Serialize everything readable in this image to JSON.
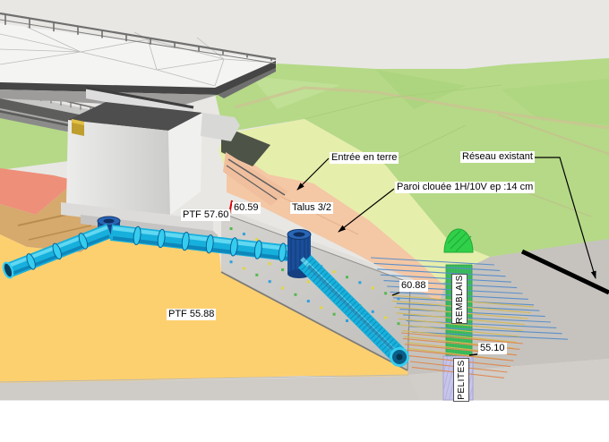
{
  "viewport": {
    "type": "3d-cad-model-view",
    "annotations": {
      "entree_en_terre": "Entrée en terre",
      "reseau_existant": "Réseau existant",
      "paroi_clouee": "Paroi clouée 1H/10V ep :14 cm",
      "talus": "Talus 3/2",
      "level_top": "60.59",
      "ptf_upper": "PTF 57.60",
      "level_wall": "60.88",
      "ptf_lower": "PTF 55.88",
      "level_strata": "55.10",
      "strata_fill": "REMBLAIS",
      "strata_bedrock": "PELITES"
    },
    "colors": {
      "background": "#e8e7e4",
      "terrain_green": "#b5d987",
      "terrain_chartreuse": "#e6eeab",
      "cut_salmon": "#f4c7a5",
      "patch_red": "#ee8f79",
      "ground_orange": "#fdd06f",
      "ground_tan": "#d6a96d",
      "plane_grey": "#c6c3bf",
      "wall_grey": "#cac9c6",
      "pipe_cyan": "#17b0dc",
      "manhole_navy": "#1b4f9b",
      "borehole_green": "#3cbf5f",
      "borehole_purple": "#c7c5ec",
      "network_black": "#000000",
      "bearing_gold": "#bf9e2e",
      "marker_red": "#e00000"
    },
    "nails": {
      "rows": 3,
      "cols": 14,
      "colors": [
        "#55b84e",
        "#2e9fe0",
        "#e3d63c"
      ]
    },
    "rays": {
      "blue": {
        "count": 14,
        "color": "#5b8fc9"
      },
      "yellow": {
        "count": 10,
        "color": "#d2b855"
      },
      "orange": {
        "count": 7,
        "color": "#dd8a52"
      }
    }
  }
}
